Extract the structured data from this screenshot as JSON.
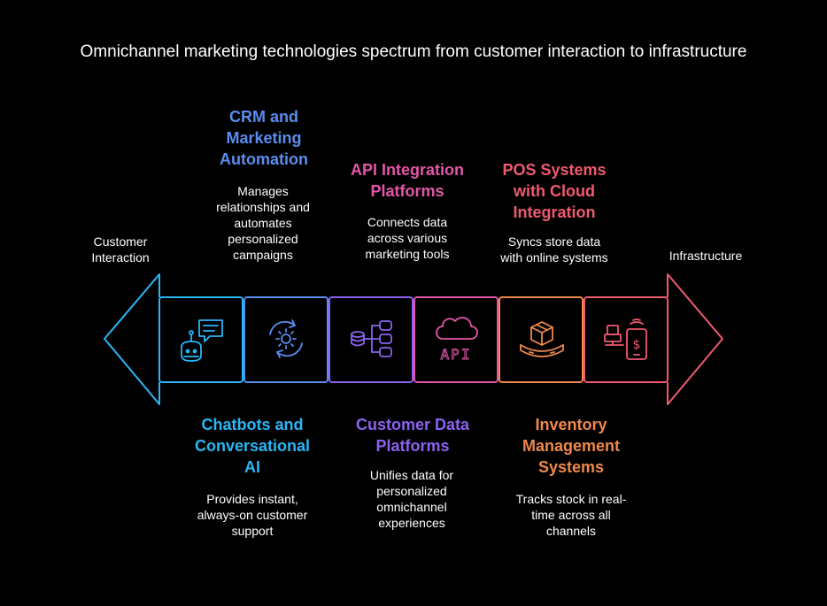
{
  "title": "Omnichannel marketing technologies spectrum from customer interaction to infrastructure",
  "ends": {
    "left": {
      "line1": "Customer",
      "line2": "Interaction"
    },
    "right": {
      "line1": "Infrastructure"
    }
  },
  "colors": {
    "chatbots": "#29b6f6",
    "crm": "#5b8def",
    "cdp": "#8a63ef",
    "api": "#e356a8",
    "pos": "#ef5a6f",
    "inventory": "#f0894a"
  },
  "items": {
    "chatbots": {
      "title": [
        "Chatbots and",
        "Conversational",
        "AI"
      ],
      "desc": [
        "Provides instant,",
        "always-on customer",
        "support"
      ],
      "icon": "chatbot-icon"
    },
    "crm": {
      "title": [
        "CRM and",
        "Marketing",
        "Automation"
      ],
      "desc": [
        "Manages",
        "relationships and",
        "automates",
        "personalized",
        "campaigns"
      ],
      "icon": "gear-cycle-icon"
    },
    "cdp": {
      "title": [
        "Customer Data",
        "Platforms"
      ],
      "desc": [
        "Unifies data for",
        "personalized",
        "omnichannel",
        "experiences"
      ],
      "icon": "database-network-icon"
    },
    "api": {
      "title": [
        "API Integration",
        "Platforms"
      ],
      "desc": [
        "Connects data",
        "across various",
        "marketing tools"
      ],
      "icon": "cloud-api-icon",
      "icon_text": "API"
    },
    "inventory": {
      "title": [
        "Inventory",
        "Management",
        "Systems"
      ],
      "desc": [
        "Tracks stock in real-",
        "time across all",
        "channels"
      ],
      "icon": "box-inventory-icon"
    },
    "pos": {
      "title": [
        "POS Systems",
        "with Cloud",
        "Integration"
      ],
      "desc": [
        "Syncs store data",
        "with online systems"
      ],
      "icon": "pos-terminal-icon",
      "icon_text": "$"
    }
  }
}
